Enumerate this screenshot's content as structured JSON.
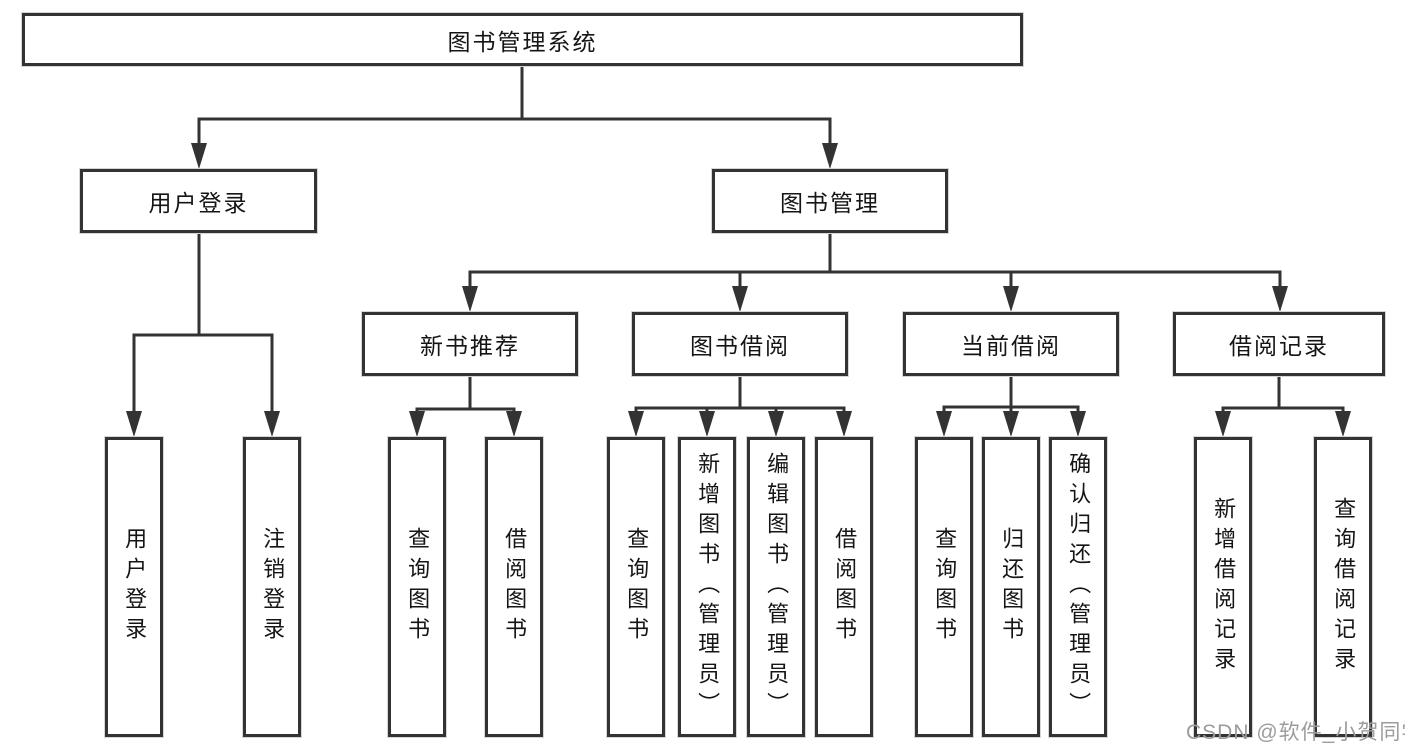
{
  "tree": {
    "label": "图书管理系统",
    "children": [
      {
        "label": "用户登录",
        "children": [
          {
            "label": "用户登录"
          },
          {
            "label": "注销登录"
          }
        ]
      },
      {
        "label": "图书管理",
        "children": [
          {
            "label": "新书推荐",
            "children": [
              {
                "label": "查询图书"
              },
              {
                "label": "借阅图书"
              }
            ]
          },
          {
            "label": "图书借阅",
            "children": [
              {
                "label": "查询图书"
              },
              {
                "label": "新增图书（管理员）"
              },
              {
                "label": "编辑图书（管理员）"
              },
              {
                "label": "借阅图书"
              }
            ]
          },
          {
            "label": "当前借阅",
            "children": [
              {
                "label": "查询图书"
              },
              {
                "label": "归还图书"
              },
              {
                "label": "确认归还（管理员）"
              }
            ]
          },
          {
            "label": "借阅记录",
            "children": [
              {
                "label": "新增借阅记录"
              },
              {
                "label": "查询借阅记录"
              }
            ]
          }
        ]
      }
    ]
  },
  "watermark": {
    "text": "CSDN @软件_小贺同学",
    "color": "#9c9c9c"
  },
  "colors": {
    "line": "#333333",
    "node_border": "#333333",
    "node_text": "#151515",
    "background": "#ffffff"
  }
}
